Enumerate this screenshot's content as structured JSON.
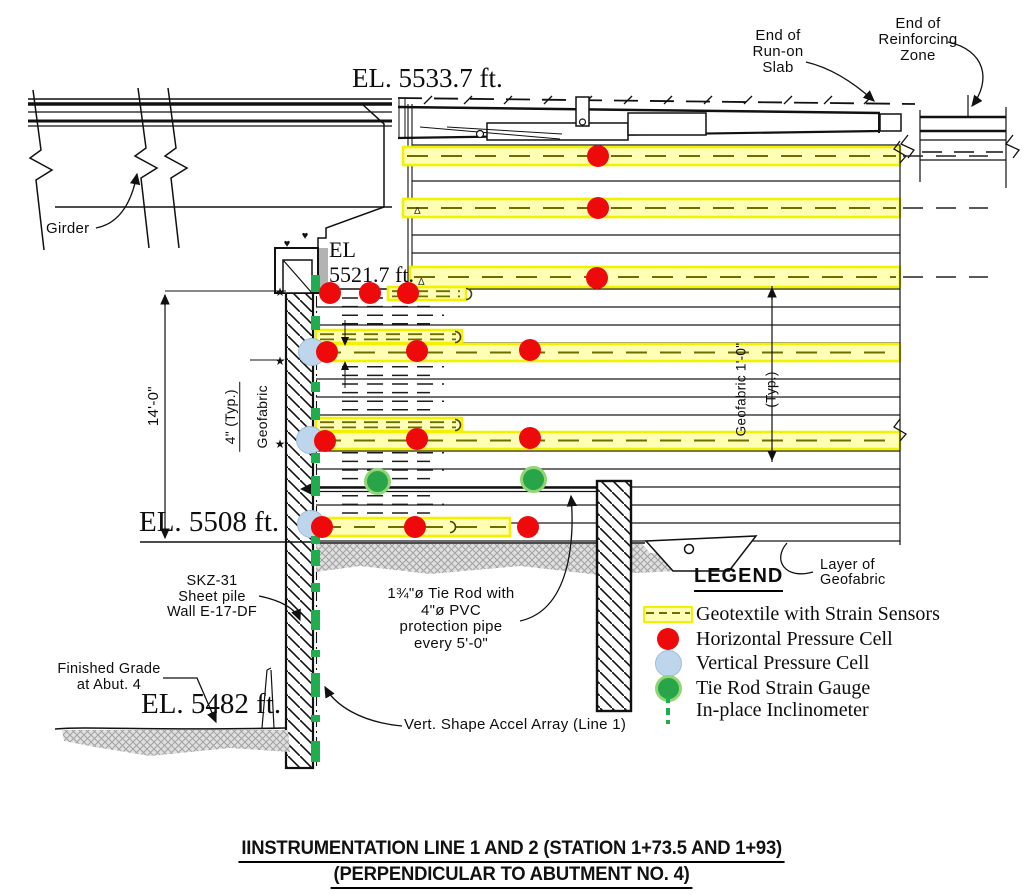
{
  "drawing": {
    "el_top": "EL. 5533.7 ft.",
    "el_seat": "EL\n5521.7 ft.",
    "el_mid": "EL. 5508 ft.",
    "el_grade": "EL. 5482 ft.",
    "girder": "Girder",
    "end_run_on_slab": "End of\nRun-on\nSlab",
    "end_reinforcing_zone": "End of\nReinforcing\nZone",
    "sheet_pile_wall": "SKZ-31\nSheet pile\nWall E-17-DF",
    "finished_grade": "Finished Grade\nat Abut. 4",
    "tie_rod_note": "1¾\"ø Tie Rod with\n4\"ø PVC\nprotection pipe\nevery 5'-0\"",
    "accel_array": "Vert. Shape Accel Array (Line 1)",
    "dim_14": "14'-0\"",
    "dim_4_typ": "4\" (Typ.)",
    "dim_4_typ_sub": "Geofabric",
    "geofabric_spacing": "Geofabric 1'-0\"",
    "geofabric_spacing_sub": "(Typ.)",
    "layer_of_geofabric": "Layer of\nGeofabric"
  },
  "icons": {
    "dimension_star": "★",
    "survey_target": "♥",
    "wrap_delta": "Δ"
  },
  "legend": {
    "title": "LEGEND",
    "items": [
      {
        "key": "geotextile-strain",
        "label": "Geotextile with Strain Sensors"
      },
      {
        "key": "horizontal-pressure-cell",
        "label": "Horizontal Pressure Cell"
      },
      {
        "key": "vertical-pressure-cell",
        "label": "Vertical Pressure Cell"
      },
      {
        "key": "tie-rod-strain-gauge",
        "label": "Tie Rod Strain Gauge"
      },
      {
        "key": "in-place-inclinometer",
        "label": "In-place Inclinometer"
      }
    ]
  },
  "title_block": {
    "line1": "IINSTRUMENTATION LINE 1 AND 2 (STATION 1+73.5 AND 1+93)",
    "line2": "(PERPENDICULAR TO ABUTMENT NO. 4)"
  },
  "colors": {
    "sensor_red": "#ee0a0a",
    "cell_blue": "#bdd6eb",
    "gauge_green": "#28a449",
    "gauge_green_ring": "#92d575",
    "band_fill": "#ffffb5",
    "band_border": "#f2f200",
    "band_dash": "#6d6d00",
    "inclinometer_green": "#1fae4e",
    "ground_gray": "#bdbdbd"
  },
  "instruments": {
    "horizontal_pressure_cells": [
      [
        598,
        156
      ],
      [
        598,
        208
      ],
      [
        597,
        278
      ],
      [
        330,
        293
      ],
      [
        370,
        293
      ],
      [
        408,
        293
      ],
      [
        327,
        352
      ],
      [
        417,
        351
      ],
      [
        530,
        350
      ],
      [
        325,
        441
      ],
      [
        417,
        439
      ],
      [
        530,
        438
      ],
      [
        322,
        527
      ],
      [
        415,
        527
      ],
      [
        528,
        527
      ]
    ],
    "vertical_pressure_cells": [
      [
        311,
        351
      ],
      [
        309,
        439
      ],
      [
        310,
        523
      ]
    ],
    "tie_rod_strain_gauges": [
      [
        377,
        481
      ],
      [
        533,
        479
      ]
    ],
    "strain_sensor_bands": [
      [
        403,
        147,
        497,
        18
      ],
      [
        403,
        199,
        497,
        18
      ],
      [
        410,
        267,
        490,
        20
      ],
      [
        388,
        287,
        78,
        13
      ],
      [
        316,
        330,
        146,
        13
      ],
      [
        316,
        344,
        584,
        17
      ],
      [
        316,
        418,
        146,
        13
      ],
      [
        316,
        432,
        584,
        17
      ],
      [
        316,
        518,
        194,
        18
      ]
    ],
    "inclinometer_dashes": [
      [
        275,
        17
      ],
      [
        316,
        14
      ],
      [
        382,
        10
      ],
      [
        408,
        12
      ],
      [
        453,
        10
      ],
      [
        476,
        20
      ],
      [
        536,
        8
      ],
      [
        550,
        16
      ],
      [
        583,
        9
      ],
      [
        610,
        20
      ],
      [
        650,
        7
      ],
      [
        673,
        24
      ],
      [
        715,
        7
      ],
      [
        741,
        21
      ]
    ]
  }
}
